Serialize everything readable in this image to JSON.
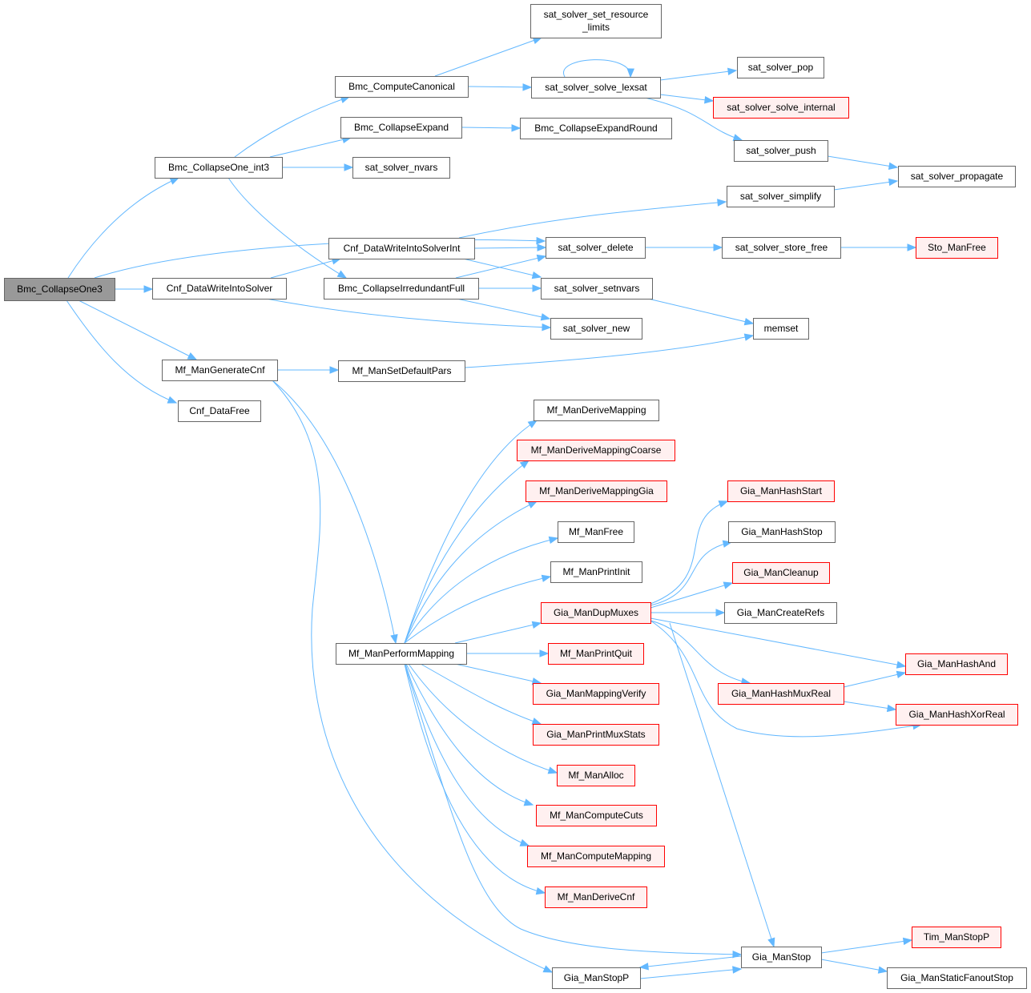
{
  "title": "Bmc_CollapseOne3 call graph",
  "colors": {
    "edge": "#63b8ff",
    "node_border": "#666666",
    "root_fill": "#999999",
    "truncated_fill": "#fff0f0",
    "truncated_border": "#ff0000"
  },
  "nodes": [
    {
      "id": "n0",
      "label": "Bmc_CollapseOne3",
      "kind": "root"
    },
    {
      "id": "n1",
      "label": "Bmc_CollapseOne_int3",
      "kind": "normal"
    },
    {
      "id": "n2",
      "label": "Bmc_ComputeCanonical",
      "kind": "normal"
    },
    {
      "id": "n3",
      "label": "sat_solver_set_resource\n_limits",
      "kind": "normal"
    },
    {
      "id": "n4",
      "label": "sat_solver_solve_lexsat",
      "kind": "normal"
    },
    {
      "id": "n5",
      "label": "sat_solver_pop",
      "kind": "normal"
    },
    {
      "id": "n6",
      "label": "sat_solver_solve_internal",
      "kind": "truncated"
    },
    {
      "id": "n7",
      "label": "sat_solver_push",
      "kind": "normal"
    },
    {
      "id": "n8",
      "label": "sat_solver_propagate",
      "kind": "normal"
    },
    {
      "id": "n9",
      "label": "Bmc_CollapseExpand",
      "kind": "normal"
    },
    {
      "id": "n10",
      "label": "Bmc_CollapseExpandRound",
      "kind": "normal"
    },
    {
      "id": "n11",
      "label": "sat_solver_nvars",
      "kind": "normal"
    },
    {
      "id": "n12",
      "label": "sat_solver_simplify",
      "kind": "normal"
    },
    {
      "id": "n13",
      "label": "Cnf_DataWriteIntoSolverInt",
      "kind": "normal"
    },
    {
      "id": "n14",
      "label": "sat_solver_delete",
      "kind": "normal"
    },
    {
      "id": "n15",
      "label": "sat_solver_store_free",
      "kind": "normal"
    },
    {
      "id": "n16",
      "label": "Sto_ManFree",
      "kind": "truncated"
    },
    {
      "id": "n17",
      "label": "Cnf_DataWriteIntoSolver",
      "kind": "normal"
    },
    {
      "id": "n18",
      "label": "Bmc_CollapseIrredundantFull",
      "kind": "normal"
    },
    {
      "id": "n19",
      "label": "sat_solver_setnvars",
      "kind": "normal"
    },
    {
      "id": "n20",
      "label": "sat_solver_new",
      "kind": "normal"
    },
    {
      "id": "n21",
      "label": "memset",
      "kind": "normal"
    },
    {
      "id": "n22",
      "label": "Mf_ManGenerateCnf",
      "kind": "normal"
    },
    {
      "id": "n23",
      "label": "Mf_ManSetDefaultPars",
      "kind": "normal"
    },
    {
      "id": "n24",
      "label": "Cnf_DataFree",
      "kind": "normal"
    },
    {
      "id": "n25",
      "label": "Mf_ManDeriveMapping",
      "kind": "normal"
    },
    {
      "id": "n26",
      "label": "Mf_ManDeriveMappingCoarse",
      "kind": "truncated"
    },
    {
      "id": "n27",
      "label": "Mf_ManDeriveMappingGia",
      "kind": "truncated"
    },
    {
      "id": "n28",
      "label": "Mf_ManFree",
      "kind": "normal"
    },
    {
      "id": "n29",
      "label": "Mf_ManPrintInit",
      "kind": "normal"
    },
    {
      "id": "n30",
      "label": "Gia_ManDupMuxes",
      "kind": "truncated"
    },
    {
      "id": "n31",
      "label": "Mf_ManPerformMapping",
      "kind": "normal"
    },
    {
      "id": "n32",
      "label": "Mf_ManPrintQuit",
      "kind": "truncated"
    },
    {
      "id": "n33",
      "label": "Gia_ManMappingVerify",
      "kind": "truncated"
    },
    {
      "id": "n34",
      "label": "Gia_ManPrintMuxStats",
      "kind": "truncated"
    },
    {
      "id": "n35",
      "label": "Mf_ManAlloc",
      "kind": "truncated"
    },
    {
      "id": "n36",
      "label": "Mf_ManComputeCuts",
      "kind": "truncated"
    },
    {
      "id": "n37",
      "label": "Mf_ManComputeMapping",
      "kind": "truncated"
    },
    {
      "id": "n38",
      "label": "Mf_ManDeriveCnf",
      "kind": "truncated"
    },
    {
      "id": "n39",
      "label": "Gia_ManHashStart",
      "kind": "truncated"
    },
    {
      "id": "n40",
      "label": "Gia_ManHashStop",
      "kind": "normal"
    },
    {
      "id": "n41",
      "label": "Gia_ManCleanup",
      "kind": "truncated"
    },
    {
      "id": "n42",
      "label": "Gia_ManCreateRefs",
      "kind": "normal"
    },
    {
      "id": "n43",
      "label": "Gia_ManHashAnd",
      "kind": "truncated"
    },
    {
      "id": "n44",
      "label": "Gia_ManHashMuxReal",
      "kind": "truncated"
    },
    {
      "id": "n45",
      "label": "Gia_ManHashXorReal",
      "kind": "truncated"
    },
    {
      "id": "n46",
      "label": "Gia_ManStop",
      "kind": "normal"
    },
    {
      "id": "n47",
      "label": "Tim_ManStopP",
      "kind": "truncated"
    },
    {
      "id": "n48",
      "label": "Gia_ManStaticFanoutStop",
      "kind": "normal"
    },
    {
      "id": "n49",
      "label": "Gia_ManStopP",
      "kind": "normal"
    }
  ],
  "edges": [
    {
      "from": "n0",
      "to": "n1"
    },
    {
      "from": "n0",
      "to": "n14"
    },
    {
      "from": "n0",
      "to": "n17"
    },
    {
      "from": "n0",
      "to": "n22"
    },
    {
      "from": "n0",
      "to": "n24"
    },
    {
      "from": "n1",
      "to": "n2"
    },
    {
      "from": "n1",
      "to": "n9"
    },
    {
      "from": "n1",
      "to": "n11"
    },
    {
      "from": "n1",
      "to": "n18"
    },
    {
      "from": "n2",
      "to": "n3"
    },
    {
      "from": "n2",
      "to": "n4"
    },
    {
      "from": "n4",
      "to": "n4"
    },
    {
      "from": "n4",
      "to": "n5"
    },
    {
      "from": "n4",
      "to": "n6"
    },
    {
      "from": "n4",
      "to": "n7"
    },
    {
      "from": "n7",
      "to": "n8"
    },
    {
      "from": "n9",
      "to": "n10"
    },
    {
      "from": "n12",
      "to": "n8"
    },
    {
      "from": "n13",
      "to": "n12"
    },
    {
      "from": "n13",
      "to": "n14"
    },
    {
      "from": "n13",
      "to": "n19"
    },
    {
      "from": "n14",
      "to": "n15"
    },
    {
      "from": "n15",
      "to": "n16"
    },
    {
      "from": "n17",
      "to": "n13"
    },
    {
      "from": "n17",
      "to": "n20"
    },
    {
      "from": "n18",
      "to": "n14"
    },
    {
      "from": "n18",
      "to": "n19"
    },
    {
      "from": "n18",
      "to": "n20"
    },
    {
      "from": "n19",
      "to": "n21"
    },
    {
      "from": "n22",
      "to": "n23"
    },
    {
      "from": "n22",
      "to": "n31"
    },
    {
      "from": "n22",
      "to": "n49"
    },
    {
      "from": "n23",
      "to": "n21"
    },
    {
      "from": "n31",
      "to": "n25"
    },
    {
      "from": "n31",
      "to": "n26"
    },
    {
      "from": "n31",
      "to": "n27"
    },
    {
      "from": "n31",
      "to": "n28"
    },
    {
      "from": "n31",
      "to": "n29"
    },
    {
      "from": "n31",
      "to": "n30"
    },
    {
      "from": "n31",
      "to": "n32"
    },
    {
      "from": "n31",
      "to": "n33"
    },
    {
      "from": "n31",
      "to": "n34"
    },
    {
      "from": "n31",
      "to": "n35"
    },
    {
      "from": "n31",
      "to": "n36"
    },
    {
      "from": "n31",
      "to": "n37"
    },
    {
      "from": "n31",
      "to": "n38"
    },
    {
      "from": "n31",
      "to": "n46"
    },
    {
      "from": "n30",
      "to": "n39"
    },
    {
      "from": "n30",
      "to": "n40"
    },
    {
      "from": "n30",
      "to": "n41"
    },
    {
      "from": "n30",
      "to": "n42"
    },
    {
      "from": "n30",
      "to": "n43"
    },
    {
      "from": "n30",
      "to": "n44"
    },
    {
      "from": "n30",
      "to": "n45"
    },
    {
      "from": "n30",
      "to": "n46"
    },
    {
      "from": "n44",
      "to": "n43"
    },
    {
      "from": "n44",
      "to": "n45"
    },
    {
      "from": "n46",
      "to": "n47"
    },
    {
      "from": "n46",
      "to": "n48"
    },
    {
      "from": "n46",
      "to": "n49"
    },
    {
      "from": "n49",
      "to": "n46"
    }
  ]
}
